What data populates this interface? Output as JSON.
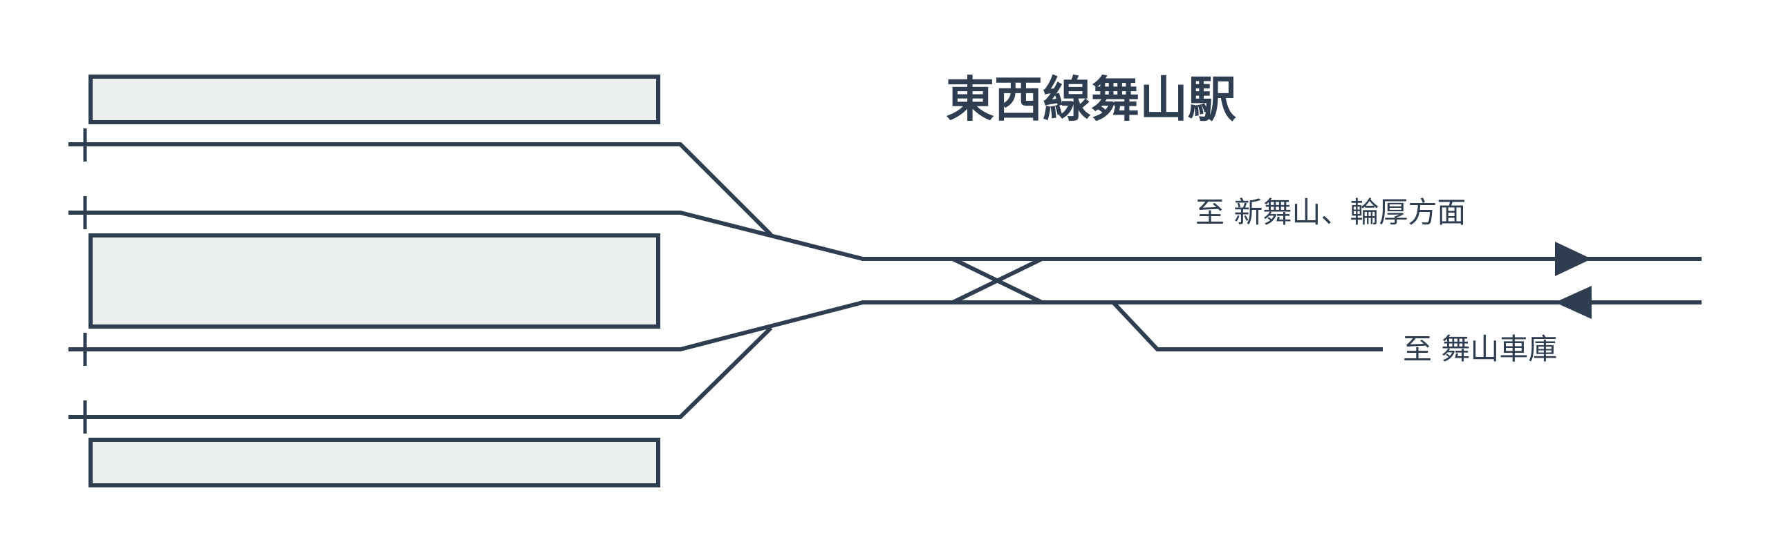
{
  "diagram": {
    "title": "東西線舞山駅",
    "labels": {
      "outbound_direction": "至 新舞山、輪厚方面",
      "depot_direction": "至 舞山車庫"
    },
    "platforms": [
      "platform-north",
      "platform-island",
      "platform-south"
    ],
    "tracks": [
      "track-1",
      "track-2",
      "track-3",
      "track-4"
    ],
    "colors": {
      "line": "#2e3e50",
      "platform_fill": "#eceff0",
      "background": "#ffffff"
    }
  }
}
